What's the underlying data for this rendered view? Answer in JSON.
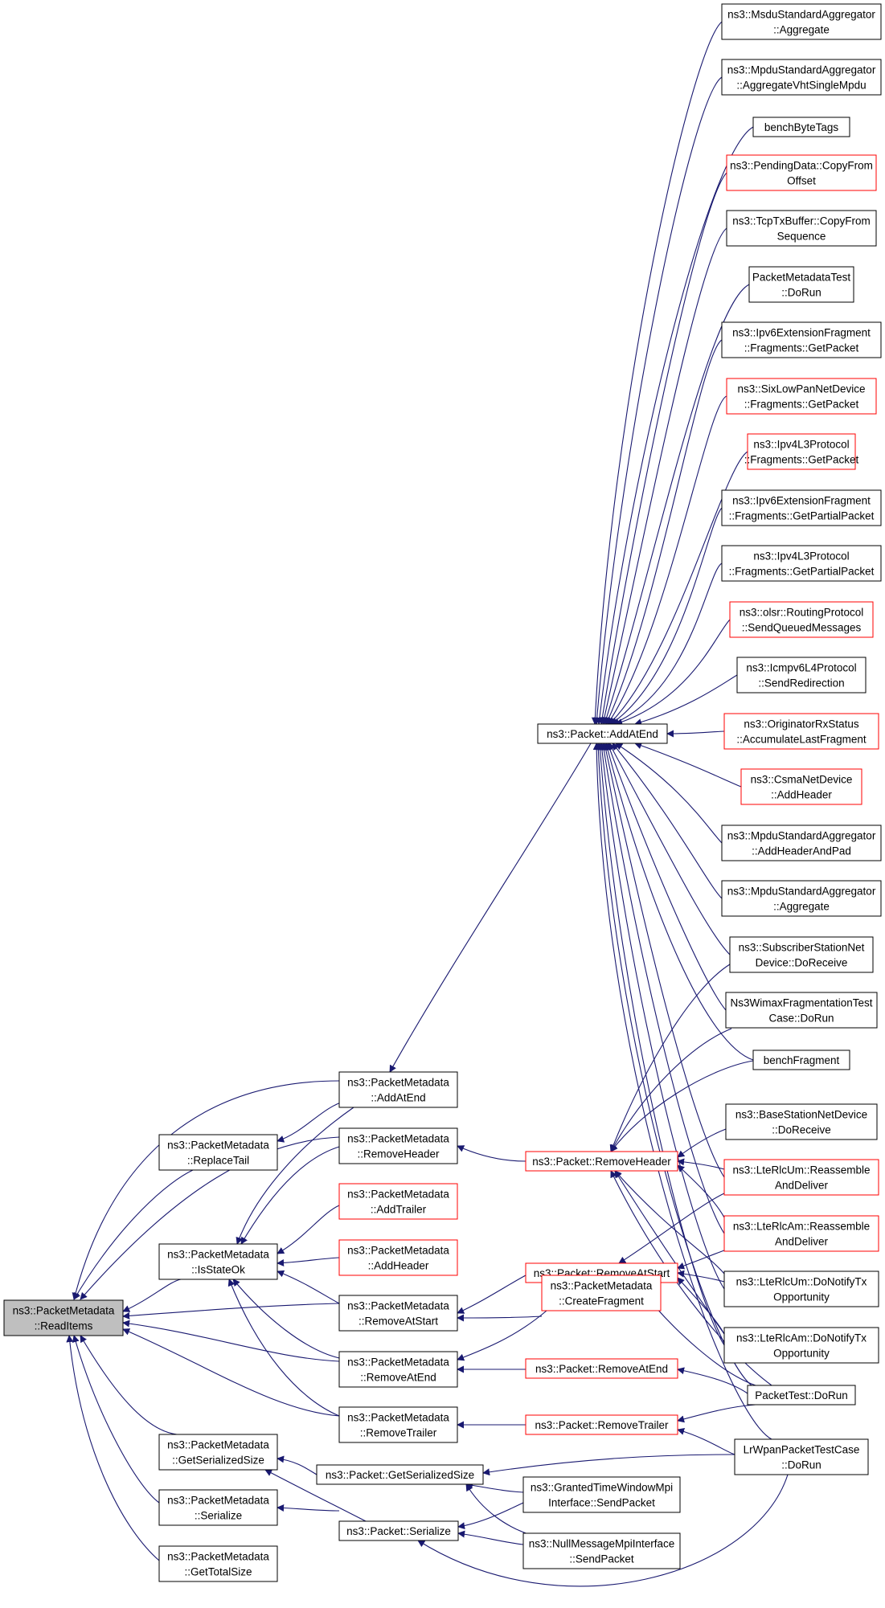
{
  "diagram": {
    "colors": {
      "edge": "#191970",
      "node_border_normal": "#000000",
      "node_border_truncated": "#ff0000",
      "node_fill_focus": "#bfbfbf",
      "node_fill": "#ffffff"
    },
    "nodes": [
      {
        "id": "readitems",
        "lines": [
          "ns3::PacketMetadata",
          "::ReadItems"
        ],
        "style": "focus"
      },
      {
        "id": "pm_replacetail",
        "lines": [
          "ns3::PacketMetadata",
          "::ReplaceTail"
        ],
        "style": "normal"
      },
      {
        "id": "pm_isstateok",
        "lines": [
          "ns3::PacketMetadata",
          "::IsStateOk"
        ],
        "style": "normal"
      },
      {
        "id": "pm_getserializedsize",
        "lines": [
          "ns3::PacketMetadata",
          "::GetSerializedSize"
        ],
        "style": "normal"
      },
      {
        "id": "pm_serialize",
        "lines": [
          "ns3::PacketMetadata",
          "::Serialize"
        ],
        "style": "normal"
      },
      {
        "id": "pm_gettotalsize",
        "lines": [
          "ns3::PacketMetadata",
          "::GetTotalSize"
        ],
        "style": "normal"
      },
      {
        "id": "pm_addatend",
        "lines": [
          "ns3::PacketMetadata",
          "::AddAtEnd"
        ],
        "style": "normal"
      },
      {
        "id": "pm_removeheader",
        "lines": [
          "ns3::PacketMetadata",
          "::RemoveHeader"
        ],
        "style": "normal"
      },
      {
        "id": "pm_addtrailer",
        "lines": [
          "ns3::PacketMetadata",
          "::AddTrailer"
        ],
        "style": "truncated"
      },
      {
        "id": "pm_addheader",
        "lines": [
          "ns3::PacketMetadata",
          "::AddHeader"
        ],
        "style": "truncated"
      },
      {
        "id": "pm_removeatstart",
        "lines": [
          "ns3::PacketMetadata",
          "::RemoveAtStart"
        ],
        "style": "normal"
      },
      {
        "id": "pm_removeatend",
        "lines": [
          "ns3::PacketMetadata",
          "::RemoveAtEnd"
        ],
        "style": "normal"
      },
      {
        "id": "pm_removetrailer",
        "lines": [
          "ns3::PacketMetadata",
          "::RemoveTrailer"
        ],
        "style": "normal"
      },
      {
        "id": "p_getserializedsize",
        "lines": [
          "ns3::Packet::GetSerializedSize"
        ],
        "style": "normal"
      },
      {
        "id": "p_serialize",
        "lines": [
          "ns3::Packet::Serialize"
        ],
        "style": "normal"
      },
      {
        "id": "p_addatend",
        "lines": [
          "ns3::Packet::AddAtEnd"
        ],
        "style": "normal"
      },
      {
        "id": "p_removeheader",
        "lines": [
          "ns3::Packet::RemoveHeader"
        ],
        "style": "truncated"
      },
      {
        "id": "p_removeatstart",
        "lines": [
          "ns3::Packet::RemoveAtStart"
        ],
        "style": "truncated"
      },
      {
        "id": "pm_createfragment",
        "lines": [
          "ns3::PacketMetadata",
          "::CreateFragment"
        ],
        "style": "truncated"
      },
      {
        "id": "p_removeatend",
        "lines": [
          "ns3::Packet::RemoveAtEnd"
        ],
        "style": "truncated"
      },
      {
        "id": "p_removetrailer",
        "lines": [
          "ns3::Packet::RemoveTrailer"
        ],
        "style": "truncated"
      },
      {
        "id": "granted_sendpacket",
        "lines": [
          "ns3::GrantedTimeWindowMpi",
          "Interface::SendPacket"
        ],
        "style": "normal"
      },
      {
        "id": "nullmsg_sendpacket",
        "lines": [
          "ns3::NullMessageMpiInterface",
          "::SendPacket"
        ],
        "style": "normal"
      },
      {
        "id": "r_msdu_aggregate",
        "lines": [
          "ns3::MsduStandardAggregator",
          "::Aggregate"
        ],
        "style": "normal"
      },
      {
        "id": "r_mpdu_vht",
        "lines": [
          "ns3::MpduStandardAggregator",
          "::AggregateVhtSingleMpdu"
        ],
        "style": "normal"
      },
      {
        "id": "r_benchbytetags",
        "lines": [
          "benchByteTags"
        ],
        "style": "normal"
      },
      {
        "id": "r_pendingdata",
        "lines": [
          "ns3::PendingData::CopyFrom",
          "Offset"
        ],
        "style": "truncated"
      },
      {
        "id": "r_tcptxbuffer",
        "lines": [
          "ns3::TcpTxBuffer::CopyFrom",
          "Sequence"
        ],
        "style": "normal"
      },
      {
        "id": "r_pmtest_dorun",
        "lines": [
          "PacketMetadataTest",
          "::DoRun"
        ],
        "style": "normal"
      },
      {
        "id": "r_ipv6ext_getpacket",
        "lines": [
          "ns3::Ipv6ExtensionFragment",
          "::Fragments::GetPacket"
        ],
        "style": "normal"
      },
      {
        "id": "r_sixlowpan_getpacket",
        "lines": [
          "ns3::SixLowPanNetDevice",
          "::Fragments::GetPacket"
        ],
        "style": "truncated"
      },
      {
        "id": "r_ipv4l3_getpacket",
        "lines": [
          "ns3::Ipv4L3Protocol",
          "::Fragments::GetPacket"
        ],
        "style": "truncated"
      },
      {
        "id": "r_ipv6ext_getpartial",
        "lines": [
          "ns3::Ipv6ExtensionFragment",
          "::Fragments::GetPartialPacket"
        ],
        "style": "normal"
      },
      {
        "id": "r_ipv4l3_getpartial",
        "lines": [
          "ns3::Ipv4L3Protocol",
          "::Fragments::GetPartialPacket"
        ],
        "style": "normal"
      },
      {
        "id": "r_olsr",
        "lines": [
          "ns3::olsr::RoutingProtocol",
          "::SendQueuedMessages"
        ],
        "style": "truncated"
      },
      {
        "id": "r_icmpv6",
        "lines": [
          "ns3::Icmpv6L4Protocol",
          "::SendRedirection"
        ],
        "style": "normal"
      },
      {
        "id": "r_originator",
        "lines": [
          "ns3::OriginatorRxStatus",
          "::AccumulateLastFragment"
        ],
        "style": "truncated"
      },
      {
        "id": "r_csma",
        "lines": [
          "ns3::CsmaNetDevice",
          "::AddHeader"
        ],
        "style": "truncated"
      },
      {
        "id": "r_mpdu_addheaderandpad",
        "lines": [
          "ns3::MpduStandardAggregator",
          "::AddHeaderAndPad"
        ],
        "style": "normal"
      },
      {
        "id": "r_mpdu_aggregate",
        "lines": [
          "ns3::MpduStandardAggregator",
          "::Aggregate"
        ],
        "style": "normal"
      },
      {
        "id": "r_subscriber",
        "lines": [
          "ns3::SubscriberStationNet",
          "Device::DoReceive"
        ],
        "style": "normal"
      },
      {
        "id": "r_wimaxfrag",
        "lines": [
          "Ns3WimaxFragmentationTest",
          "Case::DoRun"
        ],
        "style": "normal"
      },
      {
        "id": "r_benchfragment",
        "lines": [
          "benchFragment"
        ],
        "style": "normal"
      },
      {
        "id": "r_basestation",
        "lines": [
          "ns3::BaseStationNetDevice",
          "::DoReceive"
        ],
        "style": "normal"
      },
      {
        "id": "r_lterlcum_reassemble",
        "lines": [
          "ns3::LteRlcUm::Reassemble",
          "AndDeliver"
        ],
        "style": "truncated"
      },
      {
        "id": "r_lterlcam_reassemble",
        "lines": [
          "ns3::LteRlcAm::Reassemble",
          "AndDeliver"
        ],
        "style": "truncated"
      },
      {
        "id": "r_lterlcum_notify",
        "lines": [
          "ns3::LteRlcUm::DoNotifyTx",
          "Opportunity"
        ],
        "style": "normal"
      },
      {
        "id": "r_lterlcam_notify",
        "lines": [
          "ns3::LteRlcAm::DoNotifyTx",
          "Opportunity"
        ],
        "style": "normal"
      },
      {
        "id": "r_packettest_dorun",
        "lines": [
          "PacketTest::DoRun"
        ],
        "style": "normal"
      },
      {
        "id": "r_lrwpan_dorun",
        "lines": [
          "LrWpanPacketTestCase",
          "::DoRun"
        ],
        "style": "normal"
      }
    ]
  }
}
